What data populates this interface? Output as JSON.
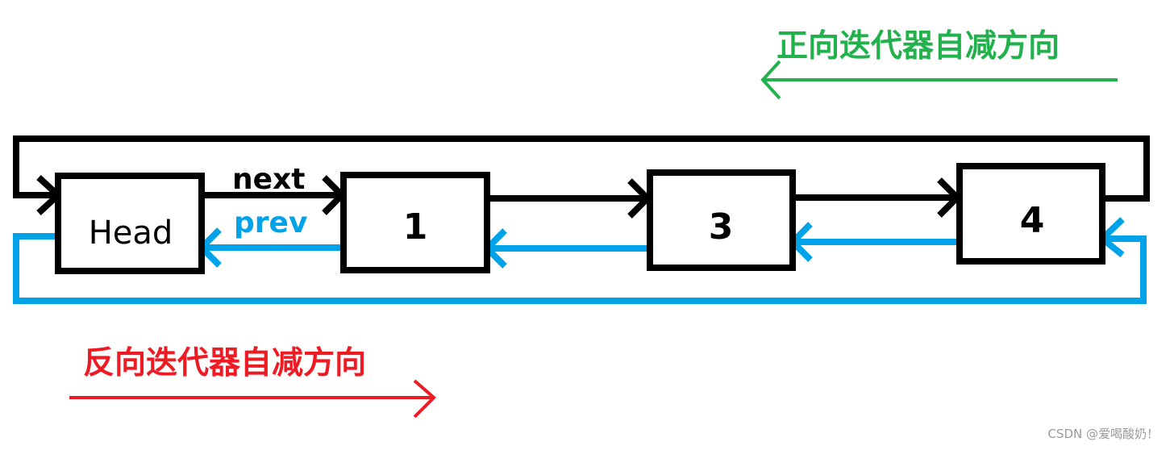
{
  "nodes": [
    {
      "id": "head",
      "label": "Head"
    },
    {
      "id": "n1",
      "label": "1"
    },
    {
      "id": "n3",
      "label": "3"
    },
    {
      "id": "n4",
      "label": "4"
    }
  ],
  "pointer_labels": {
    "next": "next",
    "prev": "prev"
  },
  "directions": {
    "forward_decrement": "正向迭代器自减方向",
    "reverse_decrement": "反向迭代器自减方向"
  },
  "watermark": "CSDN @爱喝酸奶！",
  "colors": {
    "next": "#000000",
    "prev": "#00a2e8",
    "forward_direction": "#22b14c",
    "reverse_direction": "#ed1c24"
  }
}
